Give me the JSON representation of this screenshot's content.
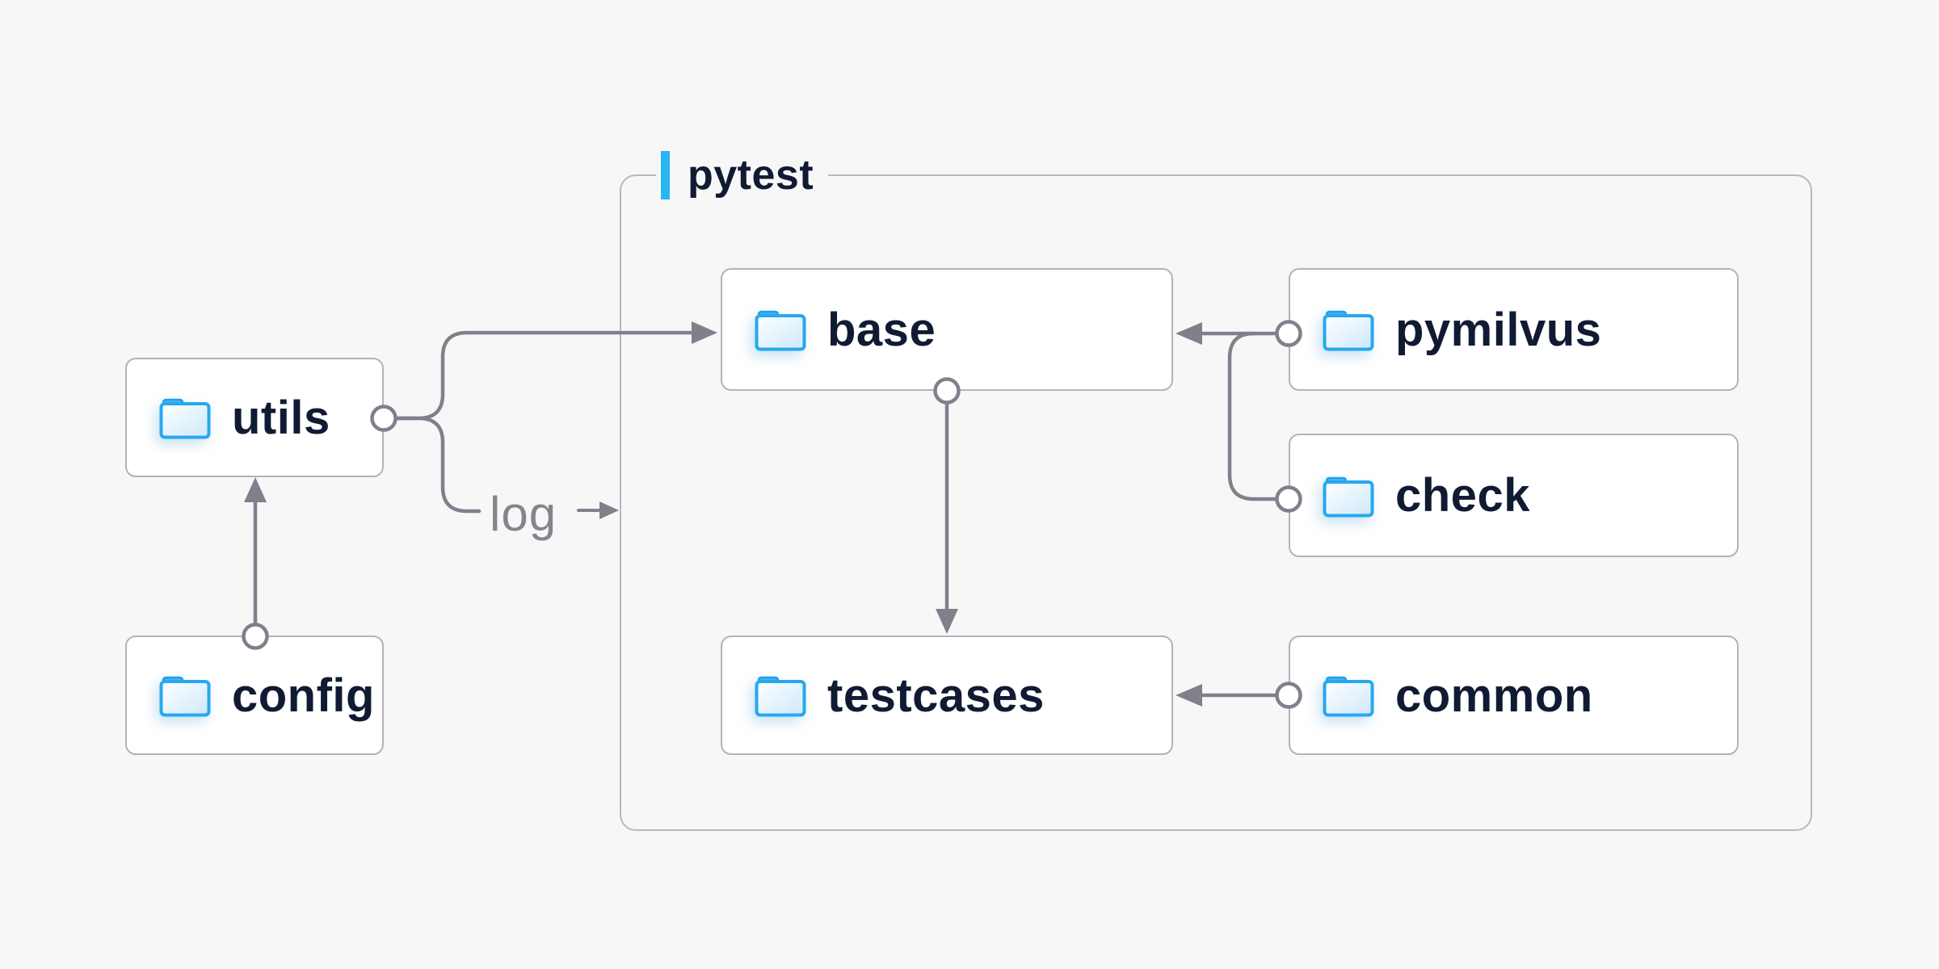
{
  "canvas": {
    "background": "#f7f7f8"
  },
  "colors": {
    "accent_blue": "#29b5f2",
    "node_text": "#101b33",
    "connector_gray": "#80808b",
    "edge_label_gray": "#84848e",
    "node_border": "#b2b2ba",
    "container_border": "#b8b8bf",
    "node_bg": "#ffffff",
    "folder_blue": "#26a8f0"
  },
  "container": {
    "label": "pytest"
  },
  "nodes": [
    {
      "id": "utils",
      "label": "utils",
      "icon": "folder-icon",
      "inside_container": false
    },
    {
      "id": "config",
      "label": "config",
      "icon": "folder-icon",
      "inside_container": false
    },
    {
      "id": "base",
      "label": "base",
      "icon": "folder-icon",
      "inside_container": true
    },
    {
      "id": "pymilvus",
      "label": "pymilvus",
      "icon": "folder-icon",
      "inside_container": true
    },
    {
      "id": "check",
      "label": "check",
      "icon": "folder-icon",
      "inside_container": true
    },
    {
      "id": "testcases",
      "label": "testcases",
      "icon": "folder-icon",
      "inside_container": true
    },
    {
      "id": "common",
      "label": "common",
      "icon": "folder-icon",
      "inside_container": true
    }
  ],
  "edges": [
    {
      "from": "config",
      "to": "utils",
      "label": ""
    },
    {
      "from": "utils",
      "to": "base",
      "label": ""
    },
    {
      "from": "utils",
      "to": "pytest-container",
      "label": "log"
    },
    {
      "from": "pymilvus",
      "to": "base",
      "label": ""
    },
    {
      "from": "check",
      "to": "base",
      "label": ""
    },
    {
      "from": "base",
      "to": "testcases",
      "label": ""
    },
    {
      "from": "common",
      "to": "testcases",
      "label": ""
    }
  ],
  "edge_style": {
    "start_marker": "circle",
    "end_marker": "arrowhead"
  }
}
